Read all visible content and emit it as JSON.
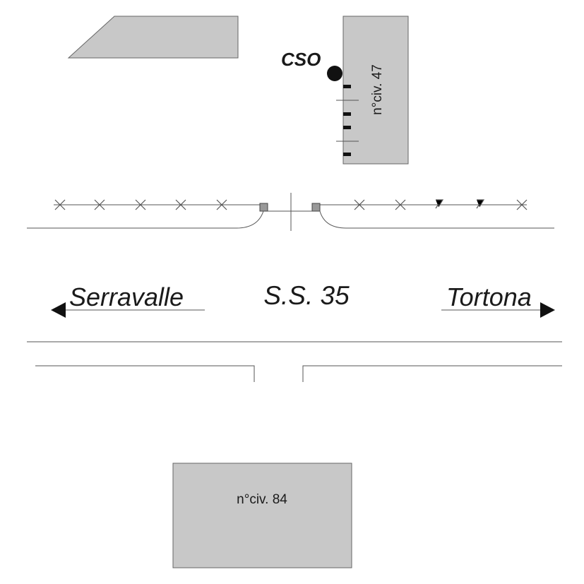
{
  "labels": {
    "cso": "CSO",
    "building_47": "n°civ. 47",
    "building_84": "n°civ. 84",
    "road": "S.S. 35",
    "direction_left": "Serravalle",
    "direction_right": "Tortona"
  },
  "colors": {
    "building_fill": "#c8c8c8",
    "line": "#555555",
    "text": "#1a1a1a",
    "marker": "#111111"
  }
}
